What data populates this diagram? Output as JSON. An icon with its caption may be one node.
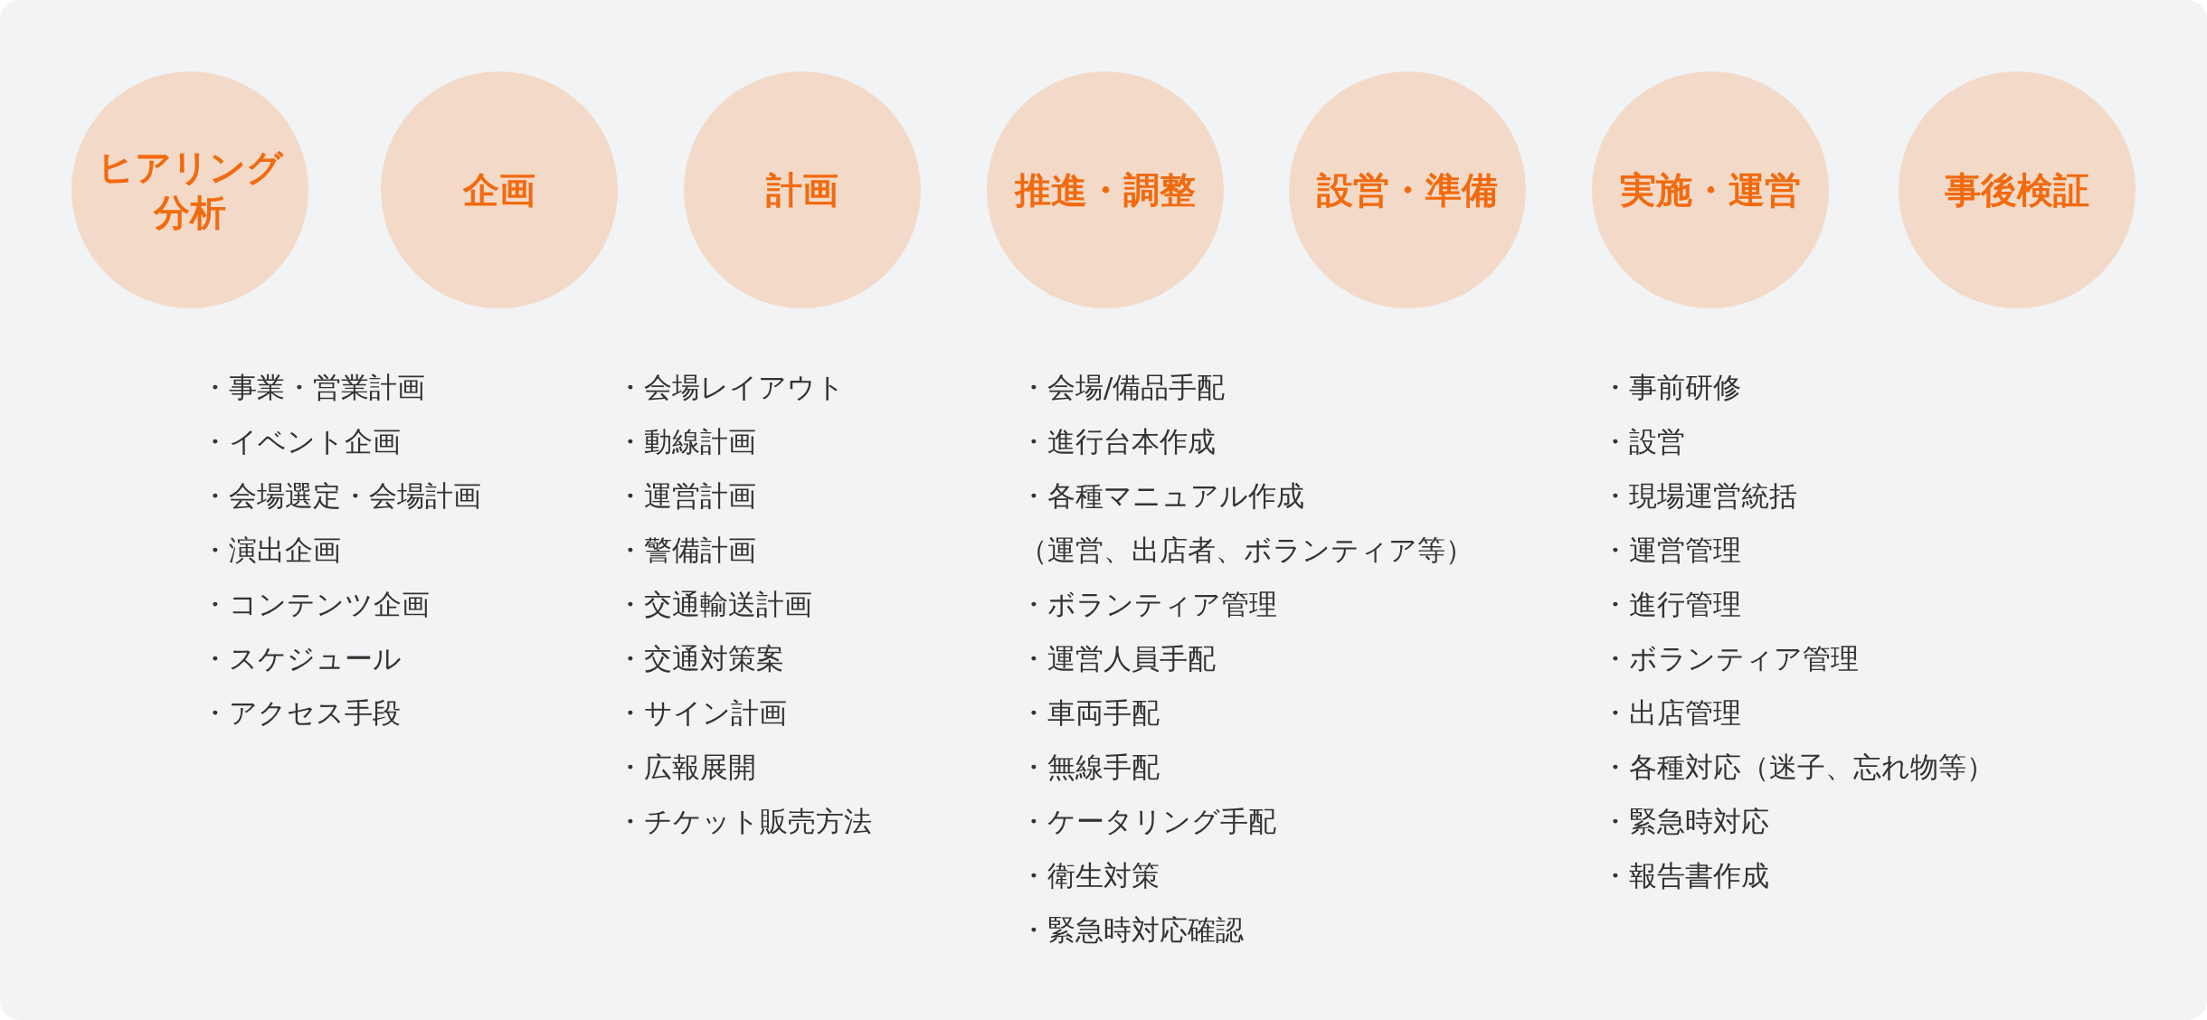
{
  "diagram": {
    "nodes": [
      {
        "text": [
          "ヒアリング分析"
        ]
      },
      {
        "text": [
          "企画"
        ]
      },
      {
        "text": [
          "計画"
        ]
      },
      {
        "text": [
          "推進・調整"
        ]
      },
      {
        "text": [
          "設営・準備"
        ]
      },
      {
        "text": [
          "実施・運営"
        ]
      },
      {
        "text": [
          "事後検証"
        ]
      }
    ],
    "labels": [
      "・事業・営業計画",
      "・イベント企画",
      "・会場選定・会場計画",
      "・演出企画",
      "・コンテンツ企画",
      "・スケジュール",
      "・アクセス手段",
      "・会場レイアウト",
      "・動線計画",
      "・運営計画",
      "・警備計画",
      "・交通輸送計画",
      "・交通対策案",
      "・サイン計画",
      "・広報展開",
      "・チケット販売方法",
      "・会場/備品手配",
      "・進行台本作成",
      "・各種マニュアル作成",
      "（運営、出店者、ボランティア等）",
      "・ボランティア管理",
      "・運営人員手配",
      "・車両手配",
      "・無線手配",
      "・ケータリング手配",
      "・衛生対策",
      "・緊急時対応確認",
      "・事前研修",
      "・設営",
      "・現場運営統括",
      "・運営管理",
      "・進行管理",
      "・ボランティア管理",
      "・出店管理",
      "・各種対応（迷子、忘れ物等）",
      "・緊急時対応",
      "・報告書作成"
    ]
  }
}
